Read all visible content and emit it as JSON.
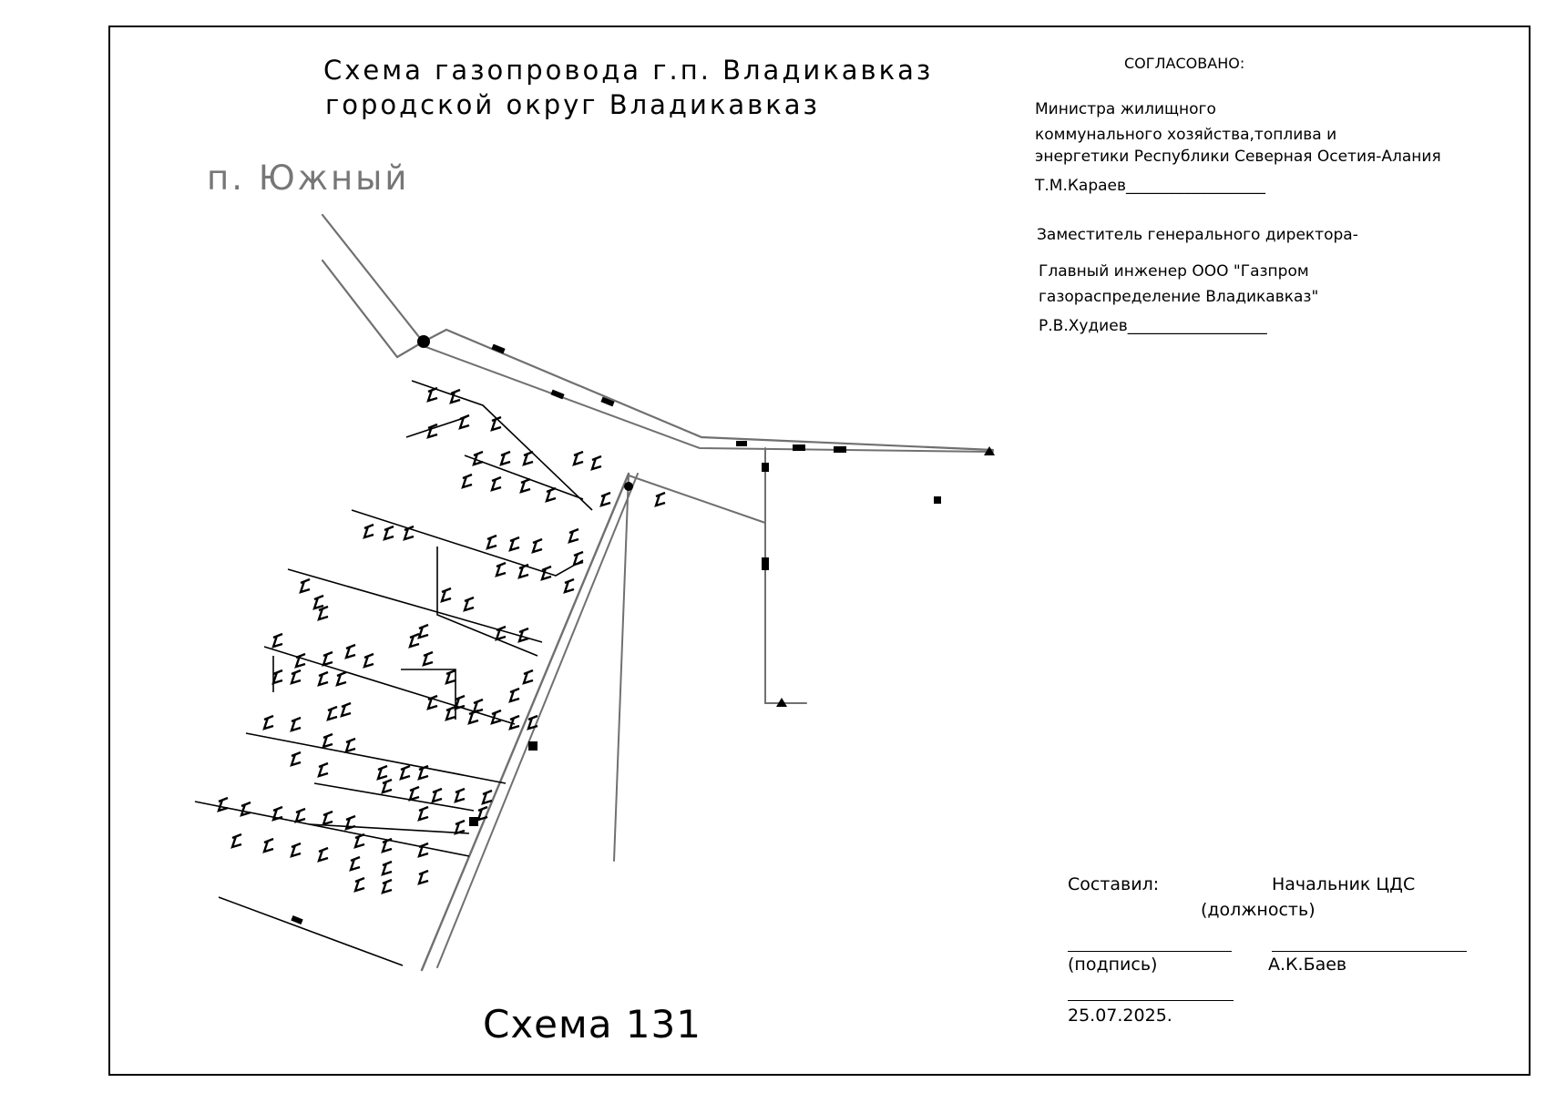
{
  "header": {
    "title_line1": "Схема газопровода г.п. Владикавказ",
    "title_line2": "городской округ Владикавказ",
    "locality": "п. Южный"
  },
  "approval": {
    "heading": "СОГЛАСОВАНО:",
    "minister_line1": "Министра жилищного",
    "minister_line2": "коммунального   хозяйства,топлива и",
    "minister_line3": "энергетики Республики Северная Осетия-Алания",
    "minister_sign": "Т.М.Караев__________________",
    "deputy_line": "Заместитель генерального директора-",
    "engineer_line1": "Главный инженер   ООО \"Газпром",
    "engineer_line2": "газораспределение Владикавказ\"",
    "engineer_sign": "Р.В.Худиев__________________"
  },
  "signature_block": {
    "compiled_label": "Составил:",
    "position_value": "Начальник ЦДС",
    "position_caption": "(должность)",
    "signature_caption": "(подпись)",
    "name_value": "А.К.Баев",
    "date_value": "25.07.2025."
  },
  "footer": {
    "scheme_number": "Схема 131"
  },
  "colors": {
    "ink": "#000000",
    "pipe_gray": "#707070",
    "locality_gray": "#777777"
  },
  "icons": [
    "gas-pipe-network",
    "house-connection-icon",
    "regulator-icon",
    "terminal-marker-icon"
  ]
}
